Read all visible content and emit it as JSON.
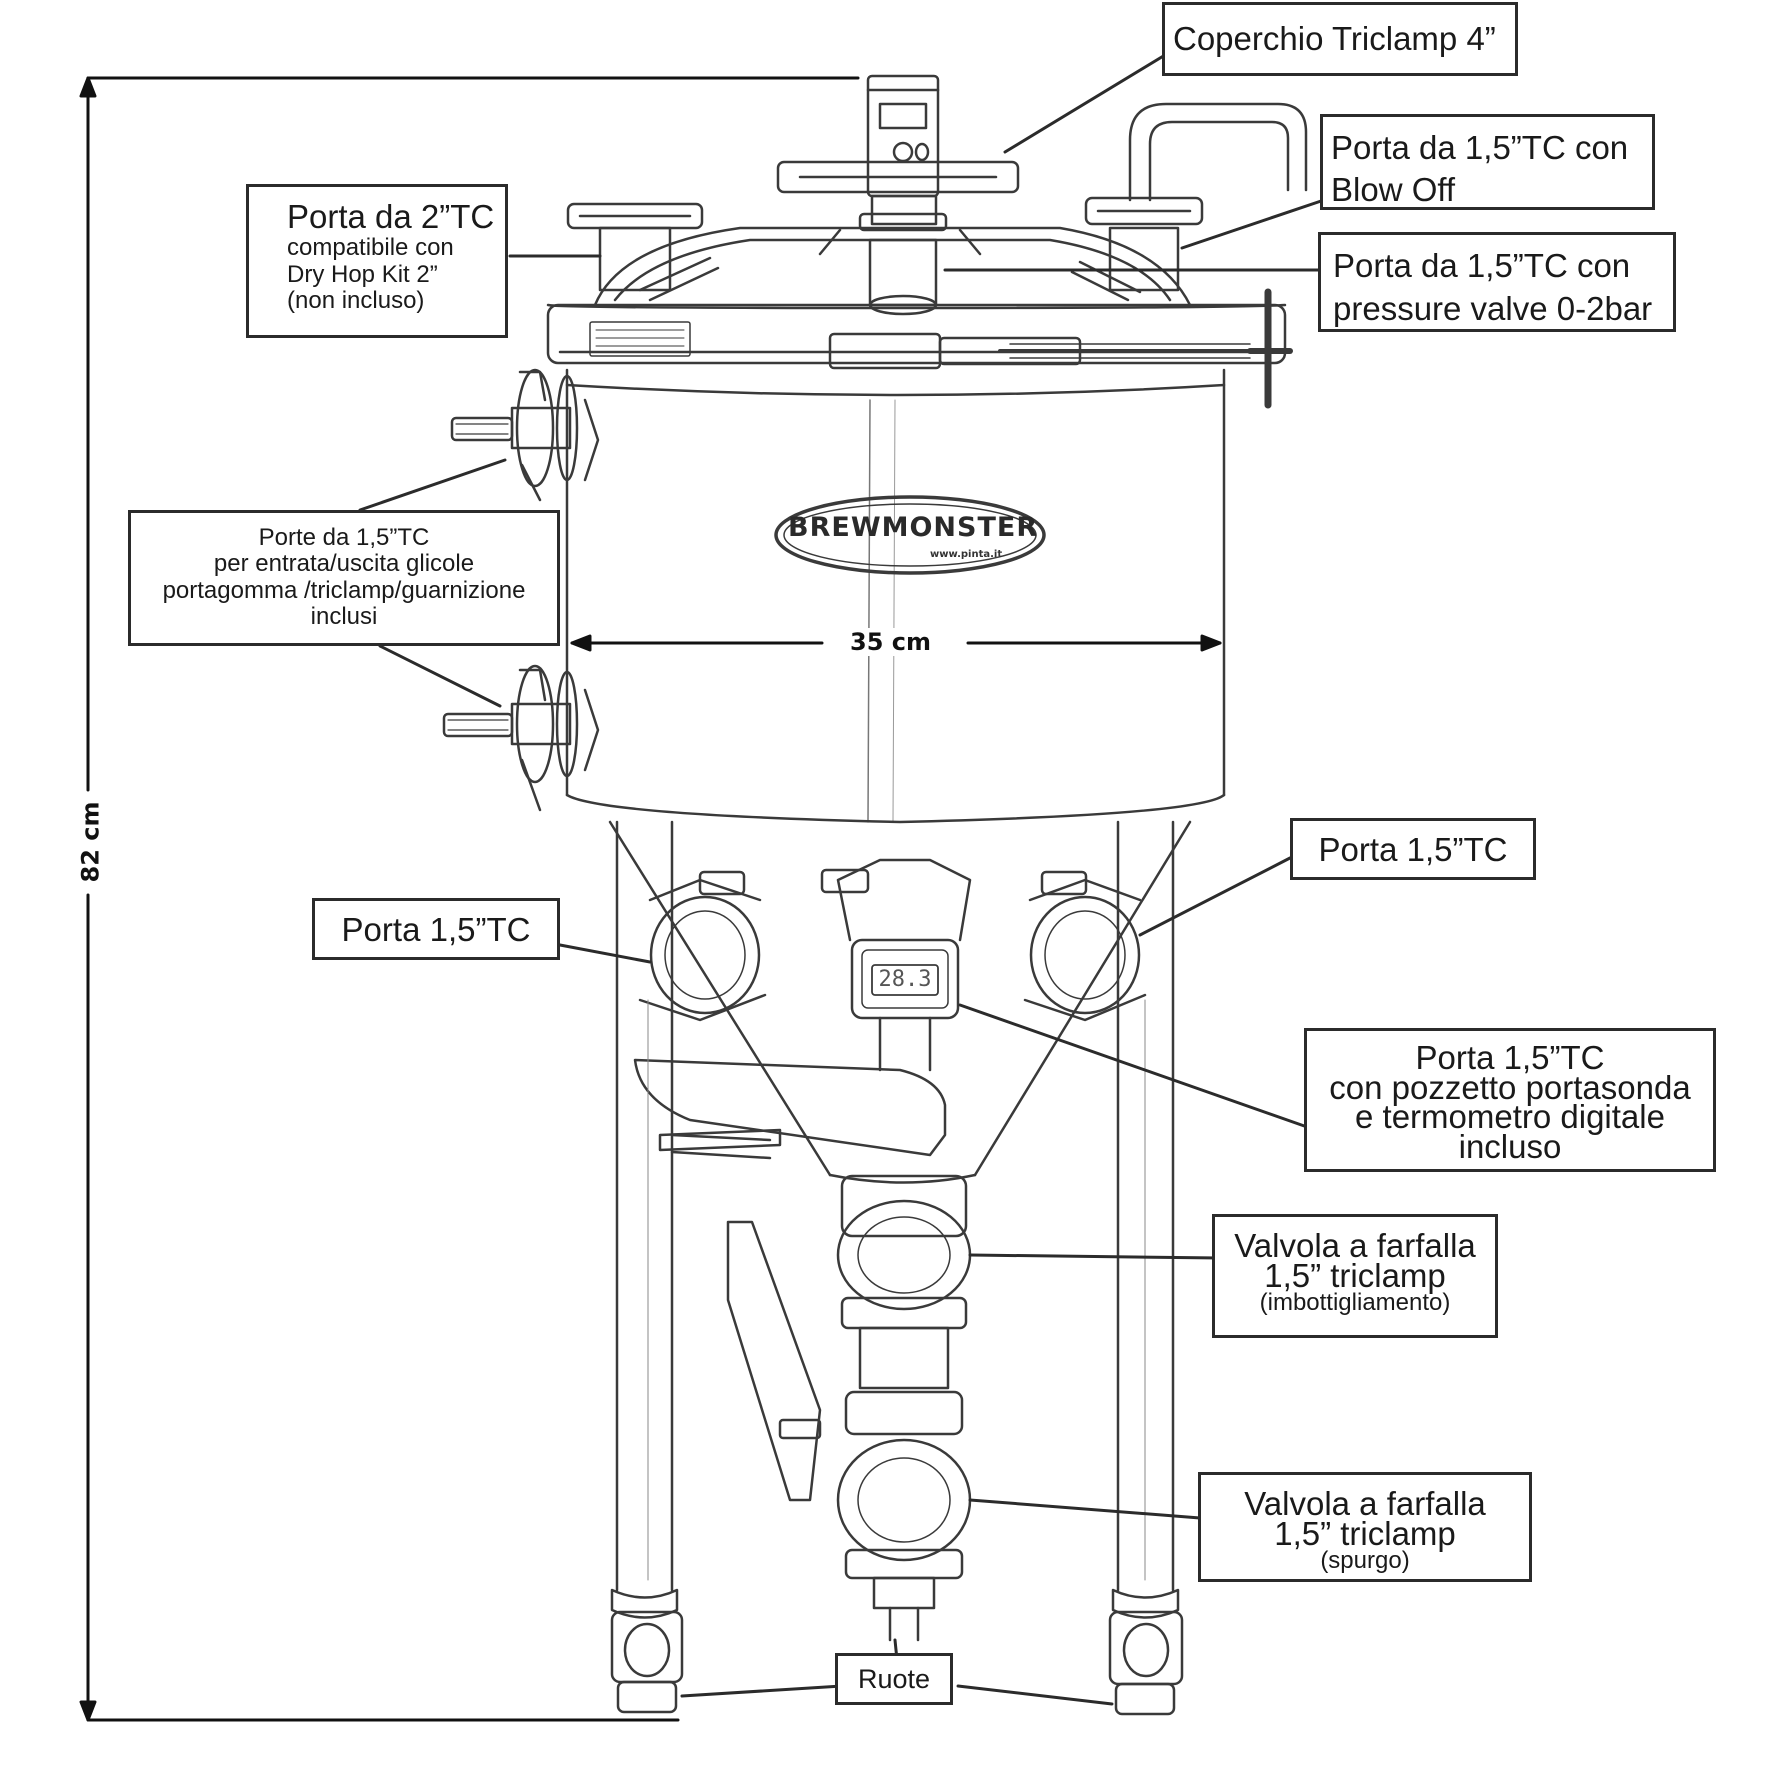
{
  "dimensions": {
    "width_label": "35 cm",
    "height_label": "82 cm"
  },
  "logo": {
    "brand": "BREWMONSTER",
    "url": "www.pinta.it",
    "thermo_display": "28.3"
  },
  "callouts": {
    "lid": {
      "lines": [
        "Coperchio Triclamp 4”"
      ]
    },
    "blow_off": {
      "lines": [
        "Porta da 1,5”TC con",
        "Blow Off"
      ]
    },
    "dry_hop": {
      "lines": [
        "Porta da 2”TC",
        "compatibile con",
        "Dry Hop Kit 2”",
        "(non incluso)"
      ]
    },
    "pressure": {
      "lines": [
        "Porta da 1,5”TC con",
        "pressure valve 0-2bar"
      ]
    },
    "glycol": {
      "lines": [
        "Porte da 1,5”TC",
        "per entrata/uscita glicole",
        "portagomma /triclamp/guarnizione",
        "inclusi"
      ]
    },
    "port_right": {
      "lines": [
        "Porta 1,5”TC"
      ]
    },
    "port_left": {
      "lines": [
        "Porta 1,5”TC"
      ]
    },
    "thermo": {
      "lines": [
        "Porta 1,5”TC",
        "con pozzetto portasonda",
        "e termometro digitale",
        "incluso"
      ]
    },
    "bottling": {
      "lines": [
        "Valvola a farfalla",
        "1,5” triclamp",
        "(imbottigliamento)"
      ]
    },
    "purge": {
      "lines": [
        "Valvola a farfalla",
        "1,5” triclamp",
        "(spurgo)"
      ]
    },
    "wheels": {
      "lines": [
        "Ruote"
      ]
    }
  },
  "colors": {
    "line": "#3a3a3a",
    "box_border": "#2b2b2b",
    "text": "#1a1a1a"
  }
}
